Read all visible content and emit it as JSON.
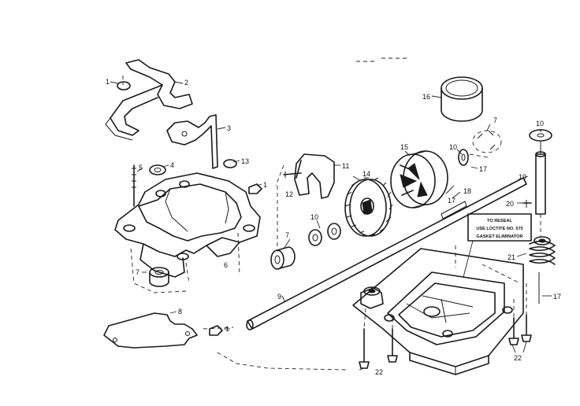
{
  "note": {
    "line1": "TO RESEAL",
    "line2": "USE LOCTITE NO. 575",
    "line3": "GASKET ELIMINATOR"
  },
  "callouts": [
    {
      "id": "c1a",
      "text": "1"
    },
    {
      "id": "c2",
      "text": "2"
    },
    {
      "id": "c3",
      "text": "3"
    },
    {
      "id": "c4",
      "text": "4"
    },
    {
      "id": "c5",
      "text": "5"
    },
    {
      "id": "c13",
      "text": "13"
    },
    {
      "id": "c1b",
      "text": "1"
    },
    {
      "id": "c6",
      "text": "6"
    },
    {
      "id": "c7a",
      "text": "7"
    },
    {
      "id": "c8",
      "text": "8"
    },
    {
      "id": "c1c",
      "text": "1"
    },
    {
      "id": "c11",
      "text": "11"
    },
    {
      "id": "c12",
      "text": "12"
    },
    {
      "id": "c14",
      "text": "14"
    },
    {
      "id": "c10a",
      "text": "10"
    },
    {
      "id": "c7b",
      "text": "7"
    },
    {
      "id": "c9",
      "text": "9"
    },
    {
      "id": "c15",
      "text": "15"
    },
    {
      "id": "c16",
      "text": "16"
    },
    {
      "id": "c10b",
      "text": "10"
    },
    {
      "id": "c7c",
      "text": "7"
    },
    {
      "id": "c17a",
      "text": "17"
    },
    {
      "id": "c17b",
      "text": "17"
    },
    {
      "id": "c18",
      "text": "18"
    },
    {
      "id": "c19",
      "text": "19"
    },
    {
      "id": "c10c",
      "text": "10"
    },
    {
      "id": "c20",
      "text": "20"
    },
    {
      "id": "c21",
      "text": "21"
    },
    {
      "id": "c17c",
      "text": "17"
    },
    {
      "id": "c22a",
      "text": "22"
    },
    {
      "id": "c22b",
      "text": "22"
    }
  ]
}
